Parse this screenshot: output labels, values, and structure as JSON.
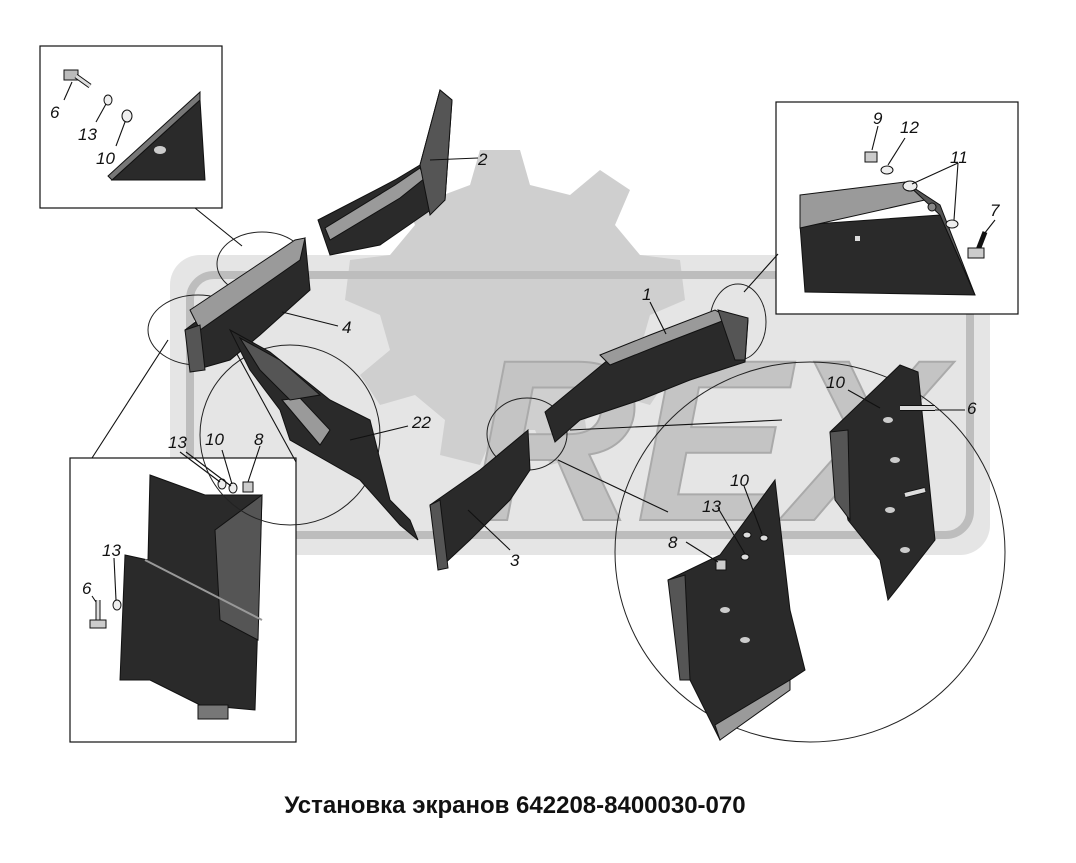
{
  "caption": "Установка экранов 642208-8400030-070",
  "callouts": {
    "inset_top_left": [
      "6",
      "13",
      "10"
    ],
    "main": [
      "2",
      "4",
      "22",
      "1",
      "3"
    ],
    "inset_top_right": [
      "9",
      "12",
      "11",
      "7"
    ],
    "inset_bottom_left": [
      "13",
      "10",
      "8",
      "13",
      "6"
    ],
    "inset_bottom_right": [
      "10",
      "6",
      "10",
      "13",
      "8"
    ]
  },
  "watermark": "REX",
  "colors": {
    "part": "#2a2a2a",
    "watermark": "#cfcfcf"
  }
}
